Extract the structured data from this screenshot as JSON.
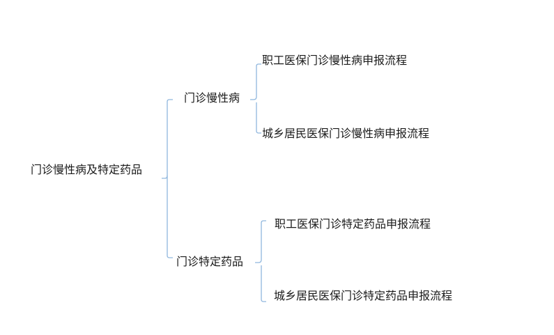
{
  "mindmap": {
    "colors": {
      "connector": "#8fb6dd",
      "text": "#1a1a1a",
      "background": "#ffffff"
    },
    "root": {
      "label": "门诊慢性病及特定药品"
    },
    "branches": [
      {
        "label": "门诊慢性病",
        "children": [
          {
            "label": "职工医保门诊慢性病申报流程"
          },
          {
            "label": "城乡居民医保门诊慢性病申报流程"
          }
        ]
      },
      {
        "label": "门诊特定药品",
        "children": [
          {
            "label": "职工医保门诊特定药品申报流程"
          },
          {
            "label": "城乡居民医保门诊特定药品申报流程"
          }
        ]
      }
    ]
  }
}
